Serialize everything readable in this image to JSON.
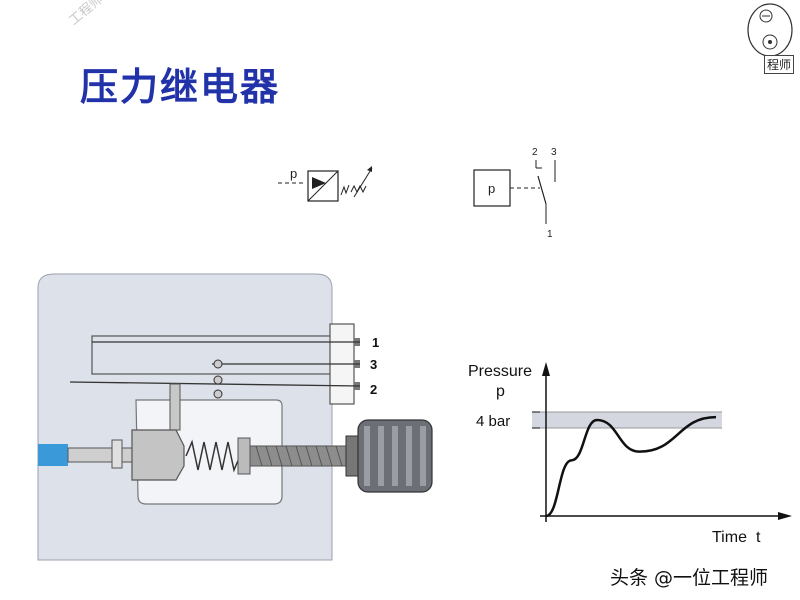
{
  "title": "压力继电器",
  "watermark_top": "工程师",
  "watermark_bottom": "头条 @一位工程师",
  "logo": {
    "text": "程师"
  },
  "symbol1": {
    "label": "p"
  },
  "symbol2": {
    "box_label": "p",
    "terminal_2": "2",
    "terminal_3": "3",
    "terminal_1": "1"
  },
  "device": {
    "terminal_1": "1",
    "terminal_3": "3",
    "terminal_2": "2"
  },
  "chart_data": {
    "type": "line",
    "title": "",
    "ylabel": "Pressure",
    "ylabel_symbol": "p",
    "xlabel": "Time",
    "xlabel_symbol": "t",
    "threshold_label": "4 bar",
    "series": [
      {
        "values": [
          {
            "t": 0.0,
            "p": 0.0
          },
          {
            "t": 0.15,
            "p": 0.58
          },
          {
            "t": 0.3,
            "p": 1.0
          },
          {
            "t": 0.55,
            "p": 0.67
          },
          {
            "t": 1.0,
            "p": 1.03
          }
        ]
      }
    ]
  },
  "colors": {
    "title": "#2233aa",
    "housing": "#dde1ea",
    "blue_pipe": "#3a9ad9",
    "band": "#cfd3dc"
  }
}
